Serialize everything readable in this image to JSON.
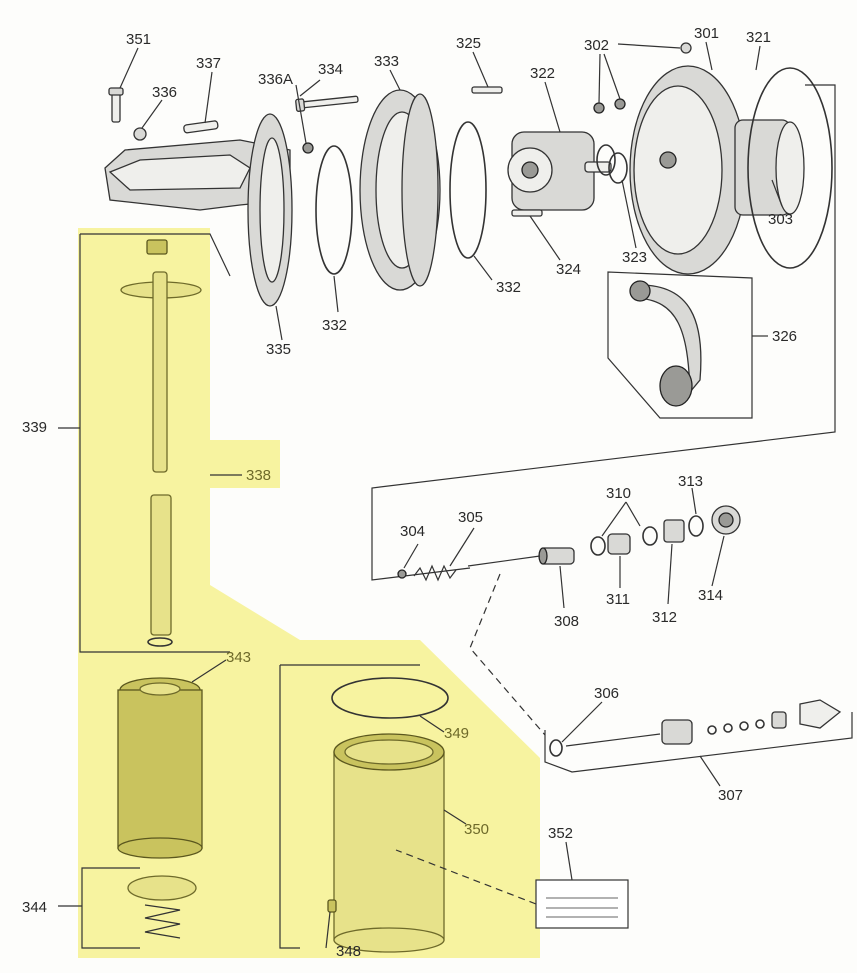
{
  "highlight_color": "#f7f3a0",
  "labels": {
    "p351": "351",
    "p337": "337",
    "p336": "336",
    "p336a": "336A",
    "p334": "334",
    "p333": "333",
    "p325": "325",
    "p322": "322",
    "p302": "302",
    "p301": "301",
    "p321": "321",
    "p303": "303",
    "p323": "323",
    "p324": "324",
    "p332a": "332",
    "p332b": "332",
    "p335": "335",
    "p326": "326",
    "p339": "339",
    "p338": "338",
    "p310": "310",
    "p313": "313",
    "p304": "304",
    "p305": "305",
    "p311": "311",
    "p308": "308",
    "p312": "312",
    "p314": "314",
    "p343": "343",
    "p306": "306",
    "p349": "349",
    "p307": "307",
    "p350": "350",
    "p352": "352",
    "p344": "344",
    "p348": "348"
  }
}
